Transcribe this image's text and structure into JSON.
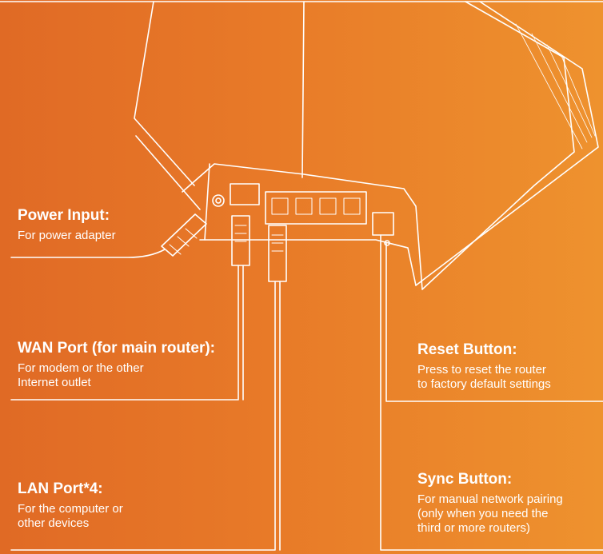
{
  "labels": {
    "power": {
      "title": "Power Input:",
      "desc": [
        "For power adapter"
      ]
    },
    "wan": {
      "title": "WAN Port (for main router):",
      "desc": [
        "For modem or the other",
        "Internet outlet"
      ]
    },
    "lan": {
      "title": "LAN Port*4:",
      "desc": [
        "For the computer or",
        "other devices"
      ]
    },
    "reset": {
      "title": "Reset Button:",
      "desc": [
        "Press to reset the router",
        "to factory default settings"
      ]
    },
    "sync": {
      "title": "Sync Button:",
      "desc": [
        "For manual network pairing",
        "(only when you need the",
        "third or more routers)"
      ]
    }
  },
  "colors": {
    "bg_start": "#e06a25",
    "bg_end": "#ee922e",
    "line": "#ffffff"
  },
  "icons": [
    "router-body",
    "power-plug-icon",
    "ethernet-cable-icon",
    "ethernet-cable-icon"
  ]
}
